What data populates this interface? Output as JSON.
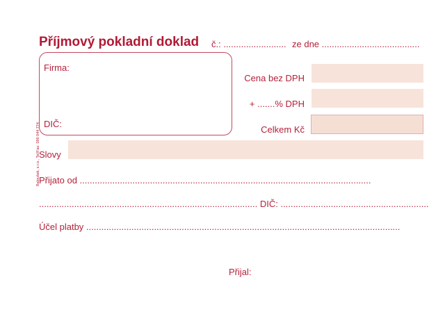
{
  "title": "Příjmový pokladní doklad",
  "number_label": "č.: .........................",
  "date_label": "ze dne .......................................",
  "firma_label": "Firma:",
  "dic_label": "DIČ:",
  "cena_label": "Cena bez DPH",
  "dph_label": "+ .......% DPH",
  "celkem_label": "Celkem Kč",
  "slovy_label": "Slovy",
  "prijato_label": "Přijato od ....................................................................................................................",
  "line2": "....................................................................................... DIČ: ...........................................................",
  "ucel_label": "Účel platby .............................................................................................................................",
  "prijal_label": "Přijal:",
  "side_text": "Baloušek, s.r.o., Tel/Fax: 596 044 774",
  "colors": {
    "accent": "#b5203a",
    "fill": "#f7e3da"
  }
}
